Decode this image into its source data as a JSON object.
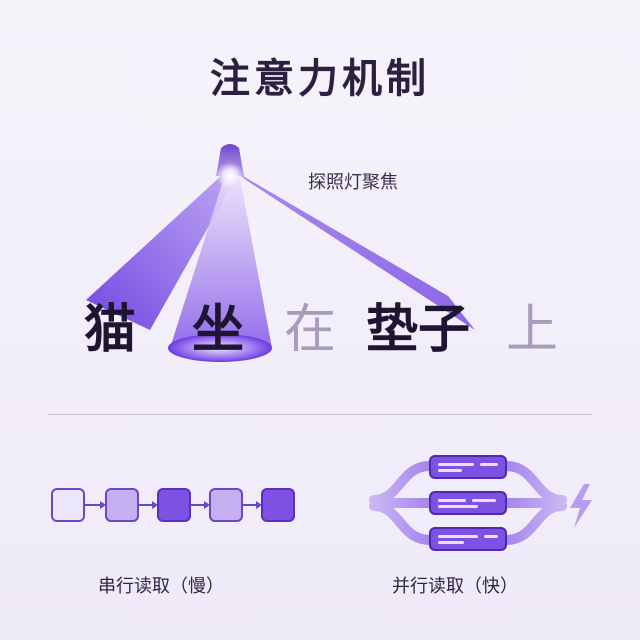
{
  "title": "注意力机制",
  "spotlight_label": "探照灯聚焦",
  "sentence": [
    {
      "text": "猫",
      "focused": true
    },
    {
      "text": "坐",
      "focused": true
    },
    {
      "text": "在",
      "focused": false
    },
    {
      "text": "垫子",
      "focused": true
    },
    {
      "text": "上",
      "focused": false
    }
  ],
  "serial": {
    "caption": "串行读取（慢）",
    "blocks": 5
  },
  "parallel": {
    "caption": "并行读取（快）",
    "lanes": 3,
    "speed_icon": "lightning-icon"
  },
  "colors": {
    "accent": "#7b4fe0",
    "accent_dark": "#5a2fc6",
    "accent_light": "#cbb8f3",
    "text_dark": "#1e1533",
    "text_dim": "#a59dbb"
  }
}
